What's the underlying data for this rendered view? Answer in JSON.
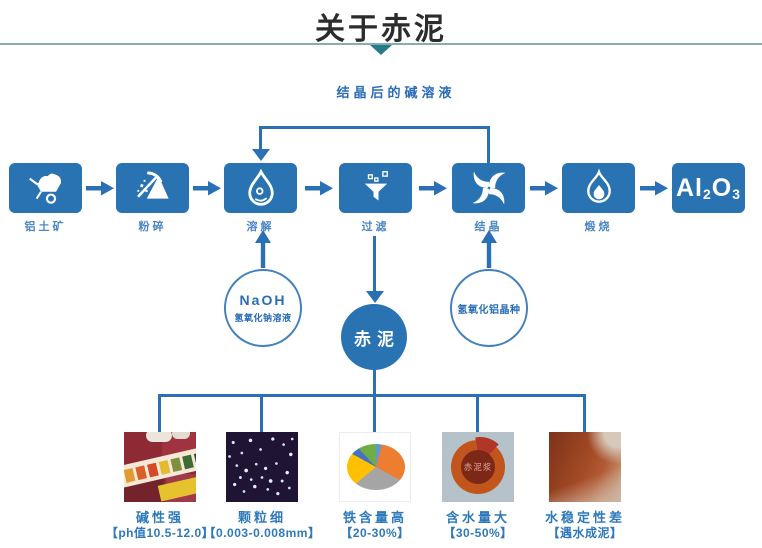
{
  "title": "关于赤泥",
  "colors": {
    "primary_blue": "#2973b3",
    "line_blue": "#2b6fb4",
    "teal_accent": "#267a8a",
    "label_blue": "#2e79b9"
  },
  "flow": {
    "feedback_label": "结晶后的碱溶液",
    "steps": [
      {
        "label": "铝土矿",
        "icon": "wheelbarrow-icon"
      },
      {
        "label": "粉碎",
        "icon": "pickaxe-icon"
      },
      {
        "label": "溶解",
        "icon": "droplet-icon"
      },
      {
        "label": "过滤",
        "icon": "funnel-icon"
      },
      {
        "label": "结晶",
        "icon": "swirl-icon"
      },
      {
        "label": "煅烧",
        "icon": "flame-icon"
      }
    ],
    "product": {
      "el1": "Al",
      "sub1": "2",
      "el2": "O",
      "sub2": "3"
    }
  },
  "inputs": {
    "naoh": {
      "formula": "NaOH",
      "name": "氢氧化钠溶液"
    },
    "seed": {
      "name": "氢氧化铝晶种"
    }
  },
  "red_mud": {
    "label": "赤泥"
  },
  "properties": [
    {
      "name": "碱性强",
      "value": "【ph值10.5-12.0】"
    },
    {
      "name": "颗粒细",
      "value": "【0.003-0.008mm】"
    },
    {
      "name": "铁含量高",
      "value": "【20-30%】"
    },
    {
      "name": "含水量大",
      "value": "【30-50%】",
      "center_label": "赤泥浆"
    },
    {
      "name": "水稳定性差",
      "value": "【遇水成泥】"
    }
  ],
  "chart_data": [
    {
      "type": "pie",
      "context": "铁含量高【20-30%】配图",
      "values": [
        4,
        29,
        31,
        19,
        5,
        12
      ],
      "colors": [
        "#5b9bd5",
        "#ed7d31",
        "#a5a5a5",
        "#ffc000",
        "#4472c4",
        "#70ad47"
      ],
      "labels": [],
      "legend": false
    },
    {
      "type": "pie",
      "subtype": "donut",
      "context": "含水量大【30-50%】配图",
      "center_label": "赤泥浆",
      "values": [
        15,
        85
      ],
      "colors": [
        "#b23627",
        "#c2551c"
      ],
      "start_angle_deg": -10,
      "legend": false
    }
  ]
}
